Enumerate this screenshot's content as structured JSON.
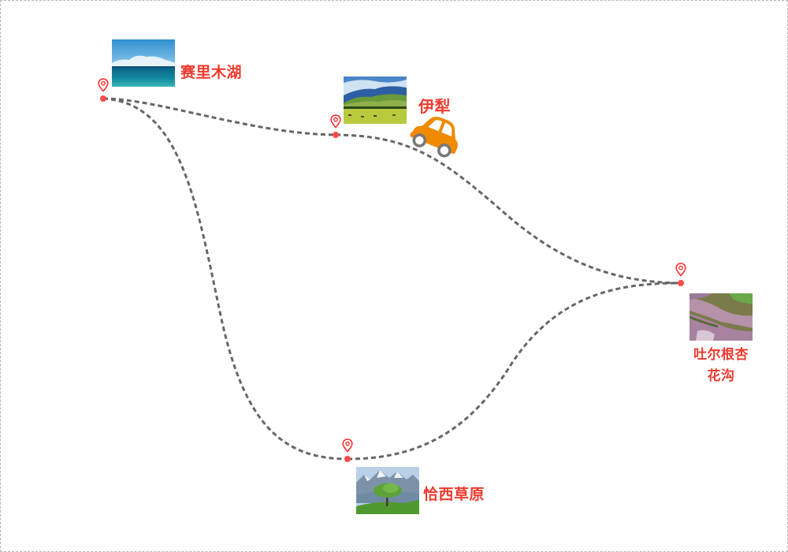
{
  "diagram": {
    "type": "travel-route-map",
    "colors": {
      "route": "#666666",
      "label": "#f03a2e",
      "pin": "#ff3b3b",
      "dot": "#ff4a4a",
      "car": "#f08a00",
      "frame": "#b5b5b5"
    },
    "destinations": [
      {
        "id": "sayram-lake",
        "name": "赛里木湖",
        "photo": "lake-with-mountains",
        "dot": [
          131,
          125
        ]
      },
      {
        "id": "yili",
        "name": "伊犁",
        "photo": "green-hills-with-cattle",
        "dot": [
          426,
          171
        ]
      },
      {
        "id": "turgen-apricot",
        "name": "吐尔根杏花沟",
        "name_lines": [
          "吐尔根杏",
          "花沟"
        ],
        "photo": "pink-apricot-blossom-valley",
        "dot": [
          864,
          359
        ]
      },
      {
        "id": "qiaxi-grassland",
        "name": "恰西草原",
        "photo": "tree-with-snowy-mountains",
        "dot": [
          441,
          582
        ]
      }
    ],
    "routes": [
      {
        "from": "赛里木湖",
        "to": "伊犁"
      },
      {
        "from": "伊犁",
        "to": "吐尔根杏花沟"
      },
      {
        "from": "赛里木湖",
        "to": "恰西草原"
      },
      {
        "from": "恰西草原",
        "to": "吐尔根杏花沟"
      }
    ],
    "vehicle": {
      "icon": "car-icon",
      "position_near": "伊犁"
    }
  }
}
